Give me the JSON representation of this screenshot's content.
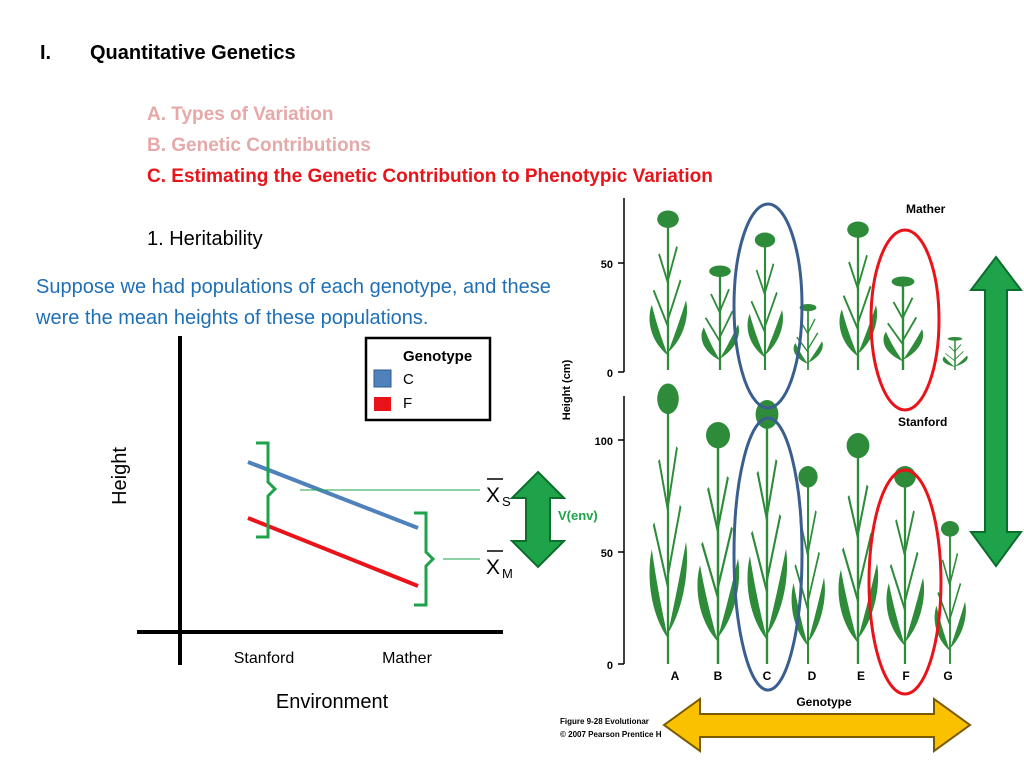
{
  "heading": {
    "number": "I.",
    "title": "Quantitative Genetics"
  },
  "outline": [
    {
      "label": "A.  Types of Variation",
      "state": "faded"
    },
    {
      "label": "B. Genetic Contributions",
      "state": "faded"
    },
    {
      "label": "C. Estimating the Genetic Contribution to Phenotypic Variation",
      "state": "active"
    }
  ],
  "subheading": "1. Heritability",
  "description": "Suppose we had populations of each genotype, and these were the mean heights of these populations.",
  "chart": {
    "ylabel": "Height",
    "xlabel": "Environment",
    "categories": [
      "Stanford",
      "Mather"
    ],
    "legend_title": "Genotype",
    "series": [
      {
        "name": "C",
        "color": "#4f81bd"
      },
      {
        "name": "F",
        "color": "#e8141a"
      }
    ],
    "mean_labels": [
      {
        "symbol": "X",
        "subscript": "S"
      },
      {
        "symbol": "X",
        "subscript": "M"
      }
    ],
    "env_label": "V(env)",
    "env_color": "#1ea34a"
  },
  "figure": {
    "top_label": "Mather",
    "bottom_label": "Stanford",
    "axis_label": "Height (cm)",
    "top_ticks": [
      "50",
      "0"
    ],
    "bottom_ticks": [
      "100",
      "50",
      "0"
    ],
    "genotypes": [
      "A",
      "B",
      "C",
      "D",
      "E",
      "F",
      "G"
    ],
    "genotype_title": "Genotype",
    "caption_line1": "Figure 9-28  Evolutionar",
    "caption_line2": "© 2007 Pearson Prentice H",
    "plant_color": "#2e8b3a",
    "highlight_c": "#3a5f8f",
    "highlight_f": "#e8141a",
    "green_arrow": "#1ea34a",
    "gold_arrow": "#f9c100"
  }
}
